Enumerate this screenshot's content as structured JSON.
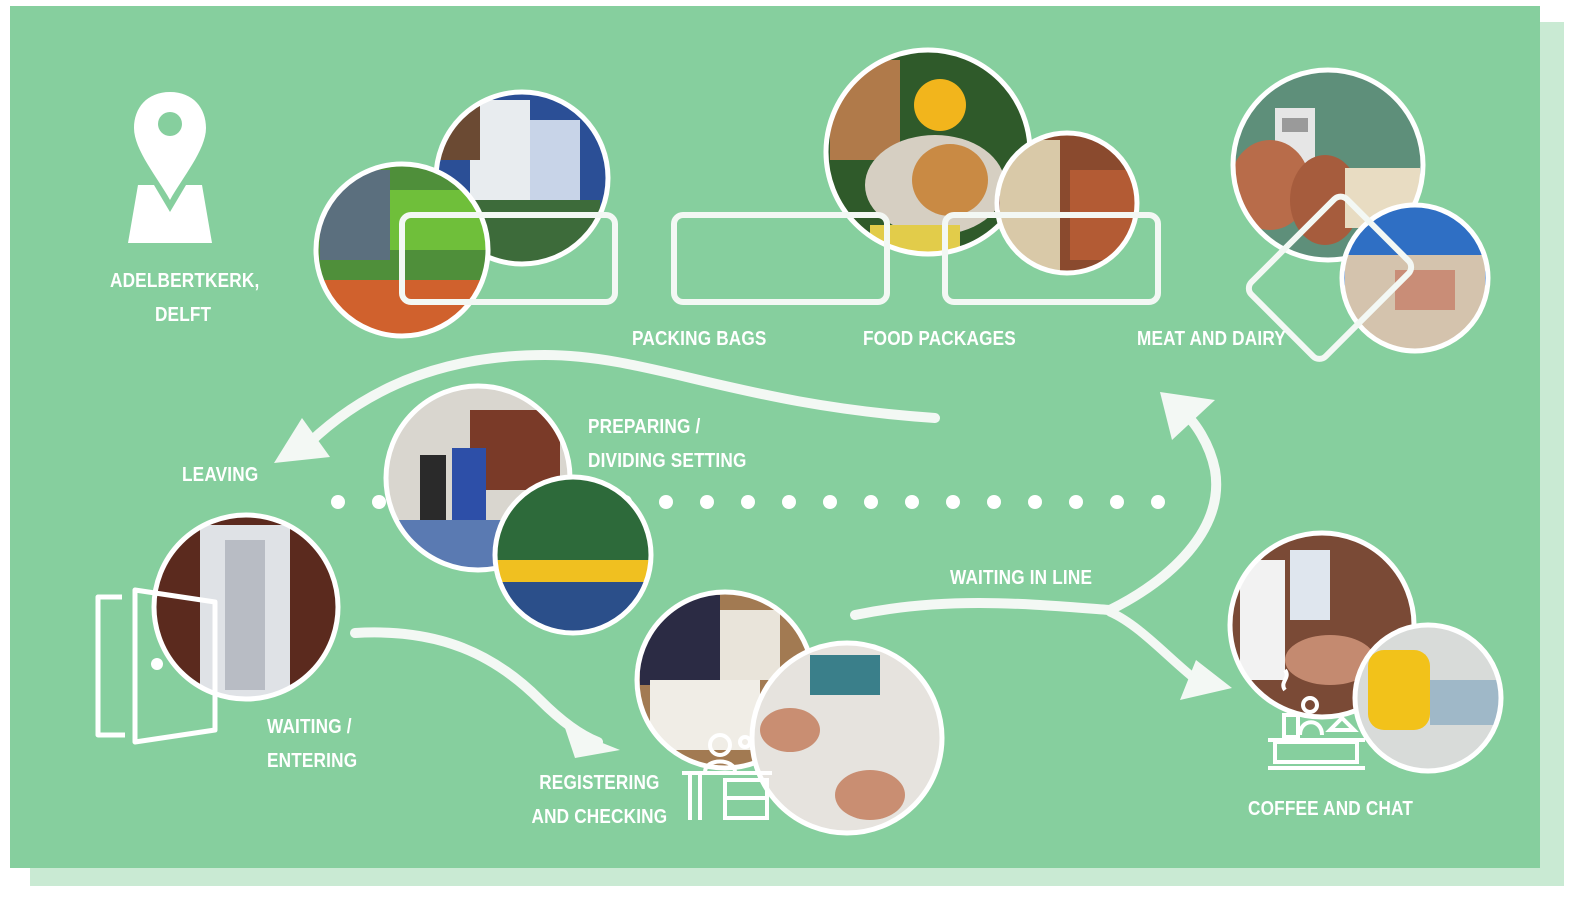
{
  "colors": {
    "background": "#86cf9e",
    "line": "#ffffff"
  },
  "location": {
    "line1": "ADELBERTKERK,",
    "line2": "DELFT",
    "icon": "map-pin-icon"
  },
  "stations": [
    {
      "id": "packing",
      "label": "PACKING BAGS"
    },
    {
      "id": "food",
      "label": "FOOD PACKAGES"
    },
    {
      "id": "meat",
      "label": "MEAT AND DAIRY"
    },
    {
      "id": "preparing",
      "line1": "PREPARING /",
      "line2": "DIVIDING SETTING"
    },
    {
      "id": "leaving",
      "label": "LEAVING"
    },
    {
      "id": "waiting",
      "line1": "WAITING /",
      "line2": "ENTERING",
      "icon": "door-icon"
    },
    {
      "id": "registering",
      "line1": "REGISTERING",
      "line2": "AND CHECKING",
      "icon": "desk-icon"
    },
    {
      "id": "queue",
      "label": "WAITING IN LINE"
    },
    {
      "id": "coffee",
      "label": "COFFEE AND CHAT",
      "icon": "coffee-table-icon"
    }
  ]
}
